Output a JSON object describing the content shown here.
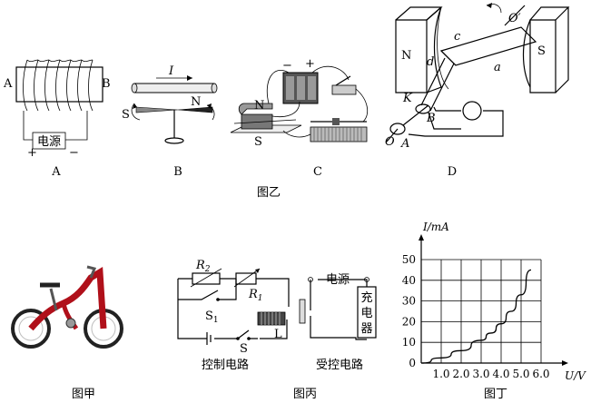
{
  "captions": {
    "fig_yi": "图乙",
    "fig_jia": "图甲",
    "fig_bing": "图丙",
    "fig_ding": "图丁",
    "panel_a": "A",
    "panel_b": "B",
    "panel_c": "C",
    "panel_d": "D"
  },
  "panel_a": {
    "end_left": "A",
    "end_right": "B",
    "power_label": "电源",
    "plus": "+",
    "minus": "−"
  },
  "panel_b": {
    "current": "I",
    "south": "S",
    "north": "N"
  },
  "panel_c": {
    "north": "N",
    "south": "S",
    "minus": "−",
    "plus": "+"
  },
  "panel_d": {
    "north": "N",
    "south": "S",
    "c": "c",
    "d": "d",
    "a": "a",
    "k": "K",
    "b": "B",
    "o_top": "O′",
    "o_bottom": "O",
    "a_bottom": "A"
  },
  "circuit": {
    "r2": "R",
    "r2_sub": "2",
    "r1": "R",
    "r1_sub": "1",
    "s1": "S",
    "s1_sub": "1",
    "s": "S",
    "coil": "L",
    "power": "电源",
    "charger": [
      "充",
      "电",
      "器"
    ],
    "control_circuit": "控制电路",
    "controlled_circuit": "受控电路"
  },
  "chart_data": {
    "type": "line",
    "title": "",
    "xlabel": "U/V",
    "ylabel": "I/mA",
    "x_ticks": [
      "1.0",
      "2.0",
      "3.0",
      "4.0",
      "5.0",
      "6.0"
    ],
    "y_ticks": [
      "10",
      "20",
      "30",
      "40",
      "50"
    ],
    "origin_label": "0",
    "xlim": [
      0,
      6
    ],
    "ylim": [
      0,
      50
    ],
    "grid": true,
    "series": [
      {
        "x": [
          0,
          1.0,
          2.0,
          3.0,
          3.5,
          4.0,
          4.5,
          5.0,
          5.5
        ],
        "y": [
          0,
          2.5,
          6,
          11,
          14.5,
          19,
          25,
          33,
          45
        ]
      }
    ]
  }
}
